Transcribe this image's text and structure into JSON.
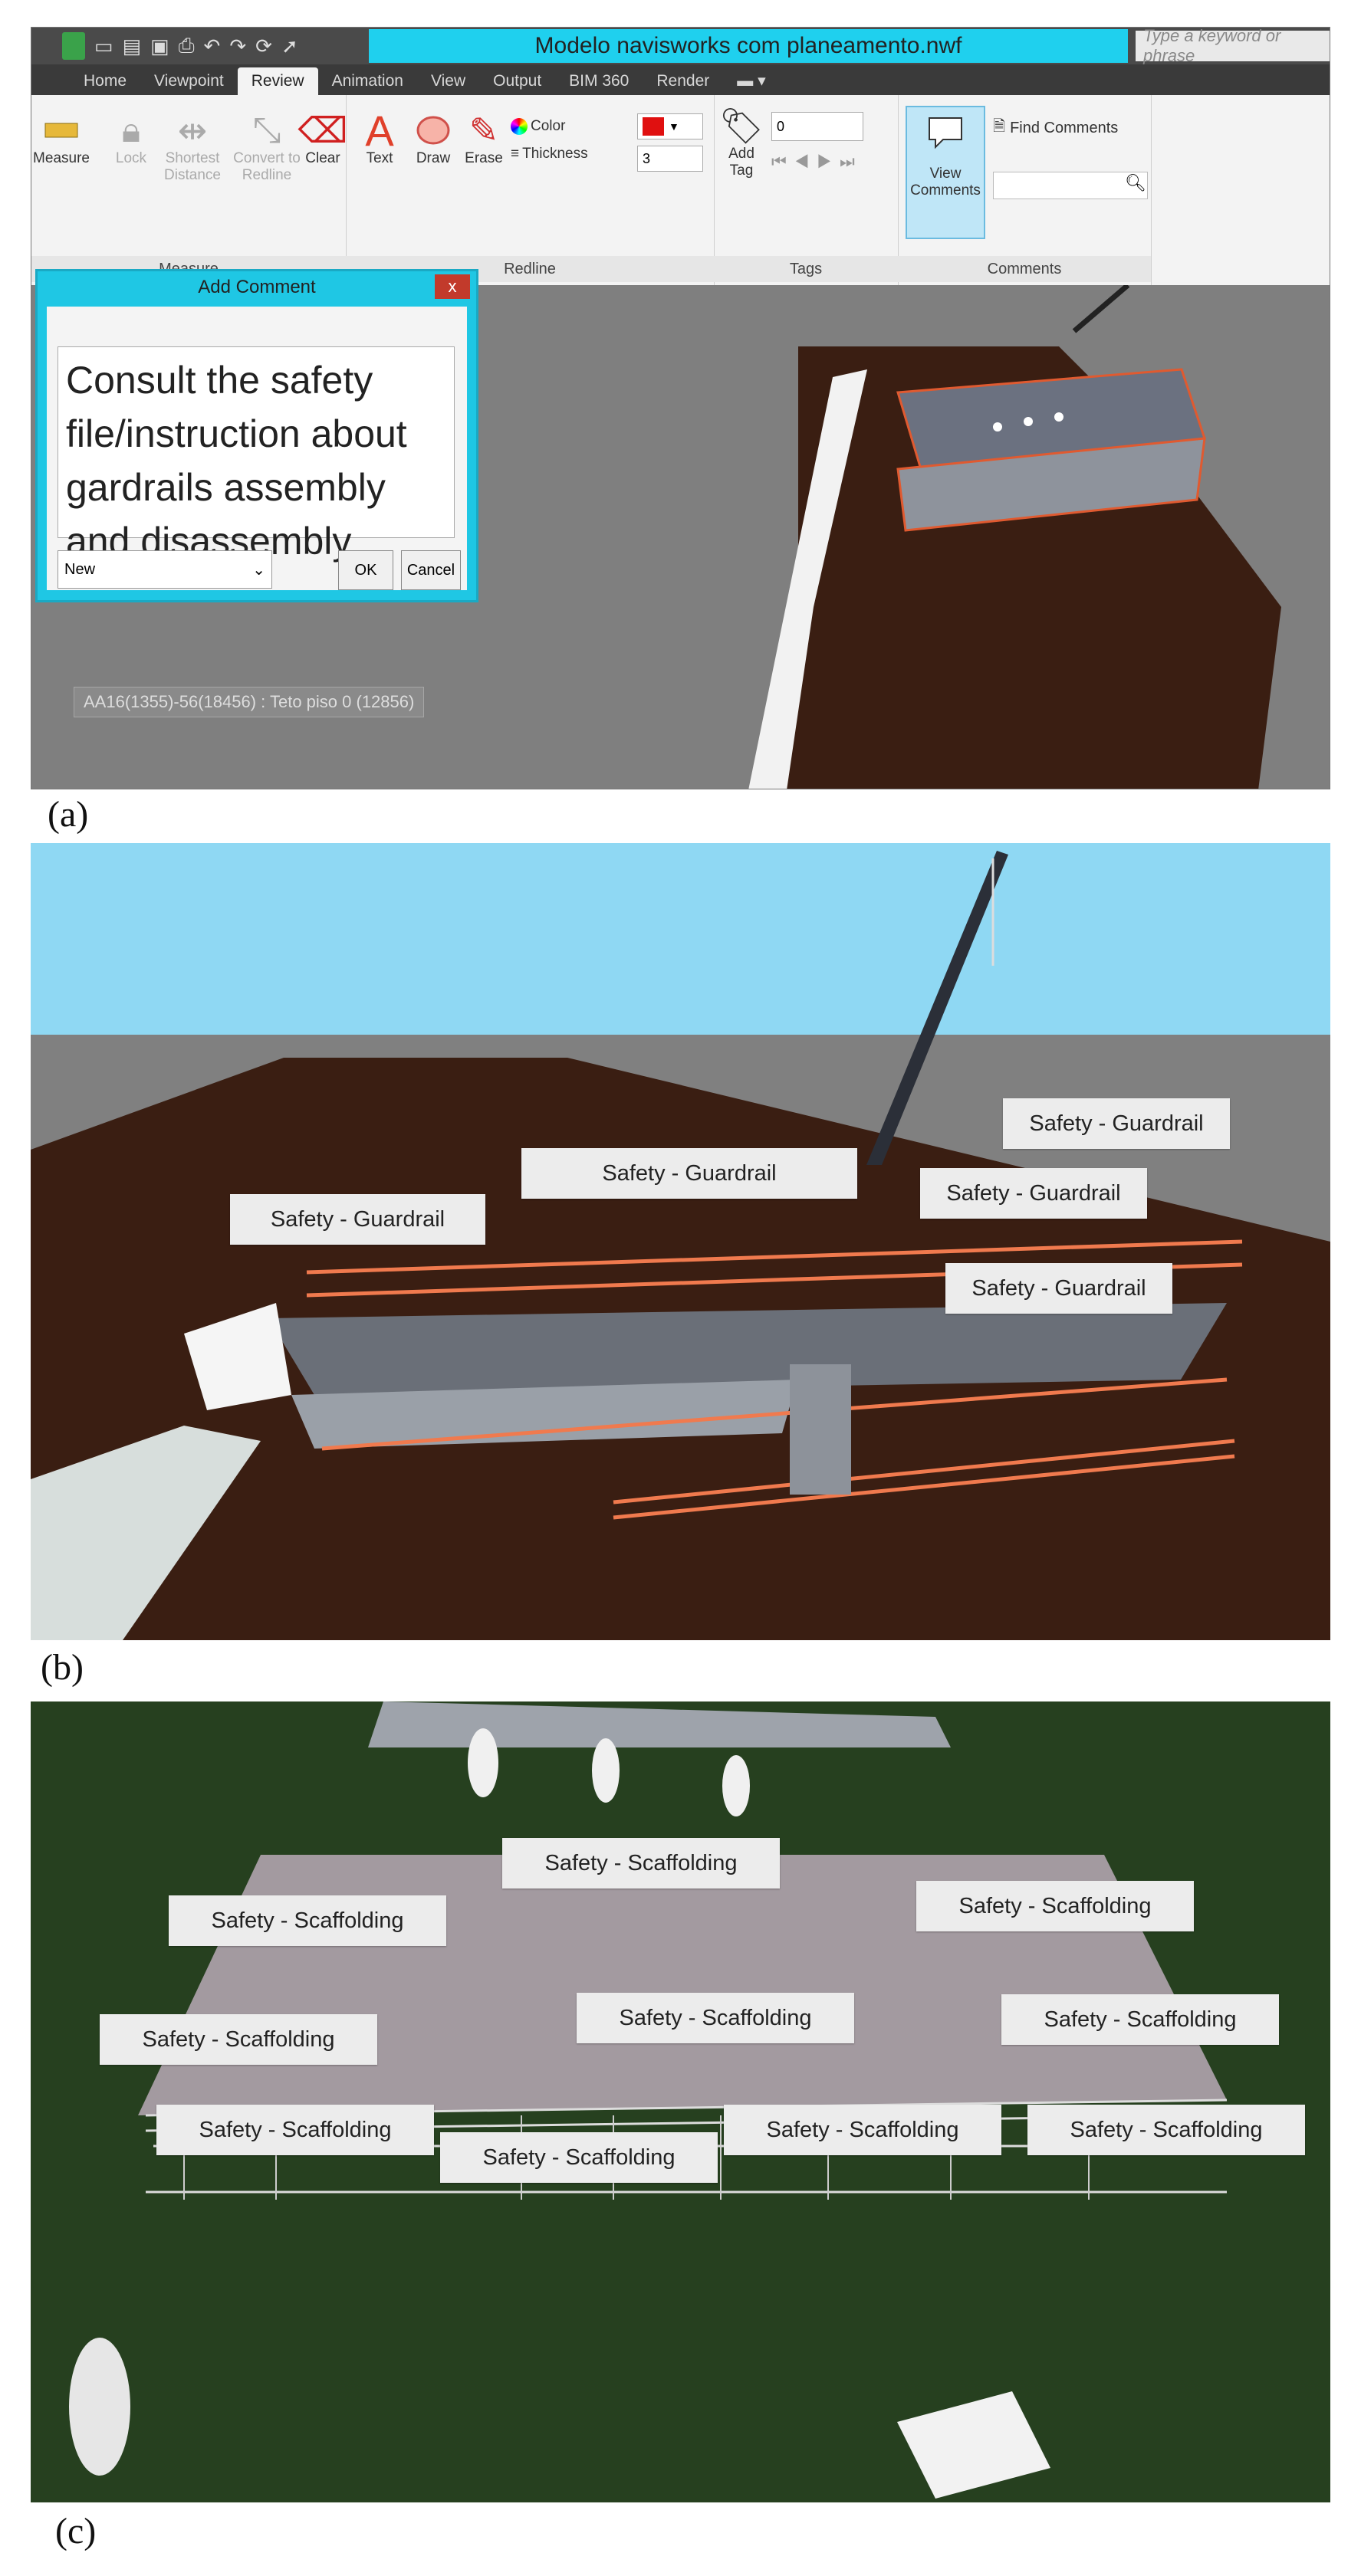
{
  "panel_labels": {
    "a": "(a)",
    "b": "(b)",
    "c": "(c)"
  },
  "panel_a": {
    "window_title": "Modelo navisworks com planeamento.nwf",
    "search_placeholder": "Type a keyword or phrase",
    "tabs": [
      "Home",
      "Viewpoint",
      "Review",
      "Animation",
      "View",
      "Output",
      "BIM 360",
      "Render"
    ],
    "active_tab": "Review",
    "ribbon": {
      "measure_group": {
        "caption": "Measure",
        "buttons": [
          "Measure",
          "Lock",
          "Shortest Distance",
          "Convert to Redline",
          "Clear"
        ]
      },
      "redline_group": {
        "caption": "Redline",
        "buttons": [
          "Text",
          "Draw",
          "Erase"
        ],
        "color_label": "Color",
        "thickness_label": "Thickness",
        "thickness_value": "3",
        "color_value": "#e01010"
      },
      "tags_group": {
        "caption": "Tags",
        "add_tag_label": "Add Tag",
        "tag_value": "0"
      },
      "comments_group": {
        "caption": "Comments",
        "view_comments_label": "View Comments",
        "find_comments_label": "Find Comments"
      }
    },
    "dialog": {
      "title": "Add Comment",
      "close_symbol": "x",
      "comment_text": "Consult the safety file/instruction about gardrails assembly and disassembly",
      "status_value": "New",
      "ok_label": "OK",
      "cancel_label": "Cancel"
    },
    "status_text": "AA16(1355)-56(18456) : Teto piso 0 (12856)"
  },
  "panel_b": {
    "labels": [
      "Safety - Guardrail",
      "Safety - Guardrail",
      "Safety - Guardrail",
      "Safety - Guardrail",
      "Safety - Guardrail"
    ]
  },
  "panel_c": {
    "labels": [
      "Safety - Scaffolding",
      "Safety - Scaffolding",
      "Safety - Scaffolding",
      "Safety - Scaffolding",
      "Safety - Scaffolding",
      "Safety - Scaffolding",
      "Safety - Scaffolding",
      "Safety - Scaffolding",
      "Safety - Scaffolding",
      "Safety - Scaffolding"
    ]
  }
}
